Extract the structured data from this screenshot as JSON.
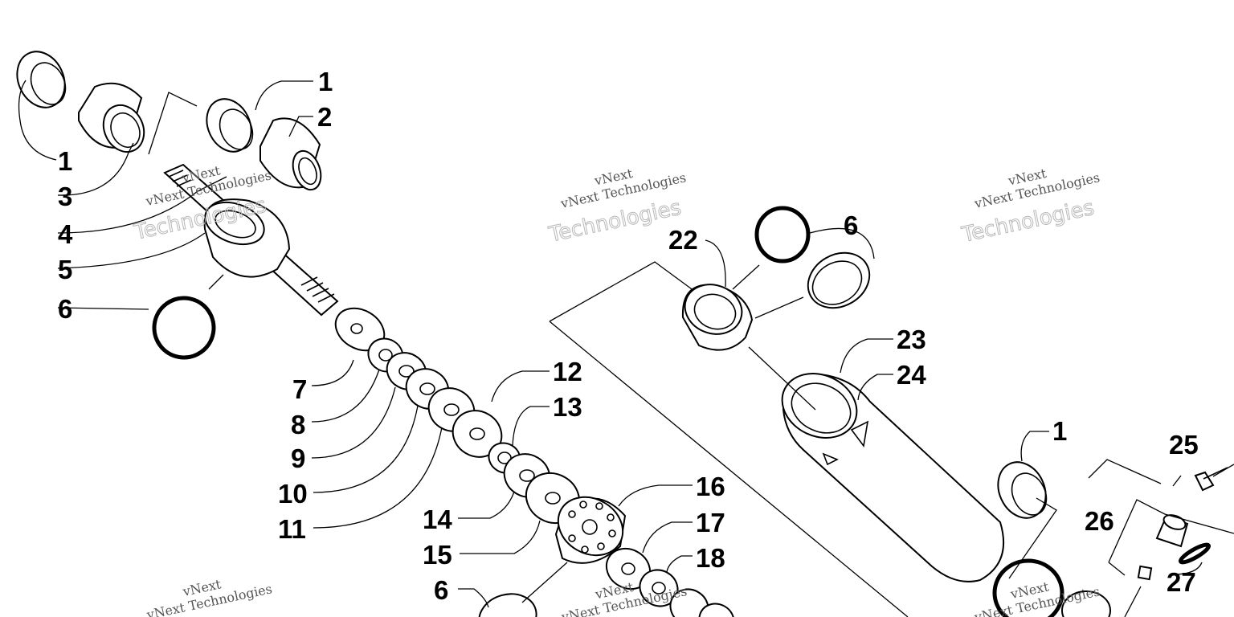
{
  "callouts": [
    {
      "id": "c1a",
      "label": "1"
    },
    {
      "id": "c1b",
      "label": "1"
    },
    {
      "id": "c2",
      "label": "2"
    },
    {
      "id": "c3",
      "label": "3"
    },
    {
      "id": "c4",
      "label": "4"
    },
    {
      "id": "c5",
      "label": "5"
    },
    {
      "id": "c6a",
      "label": "6"
    },
    {
      "id": "c7",
      "label": "7"
    },
    {
      "id": "c8",
      "label": "8"
    },
    {
      "id": "c9",
      "label": "9"
    },
    {
      "id": "c10",
      "label": "10"
    },
    {
      "id": "c11",
      "label": "11"
    },
    {
      "id": "c12",
      "label": "12"
    },
    {
      "id": "c13",
      "label": "13"
    },
    {
      "id": "c14",
      "label": "14"
    },
    {
      "id": "c15",
      "label": "15"
    },
    {
      "id": "c16",
      "label": "16"
    },
    {
      "id": "c17",
      "label": "17"
    },
    {
      "id": "c18",
      "label": "18"
    },
    {
      "id": "c6b",
      "label": "6"
    },
    {
      "id": "c22",
      "label": "22"
    },
    {
      "id": "c6c",
      "label": "6"
    },
    {
      "id": "c23",
      "label": "23"
    },
    {
      "id": "c24",
      "label": "24"
    },
    {
      "id": "c1c",
      "label": "1"
    },
    {
      "id": "c25",
      "label": "25"
    },
    {
      "id": "c26",
      "label": "26"
    },
    {
      "id": "c27",
      "label": "27"
    }
  ],
  "watermark": {
    "line1": "vNext",
    "line2": "vNext Technologies",
    "line3": "Technologies"
  },
  "colors": {
    "line": "#000000",
    "background": "#ffffff",
    "watermark_text": "#555555",
    "watermark_outline": "#b8b8b8"
  }
}
